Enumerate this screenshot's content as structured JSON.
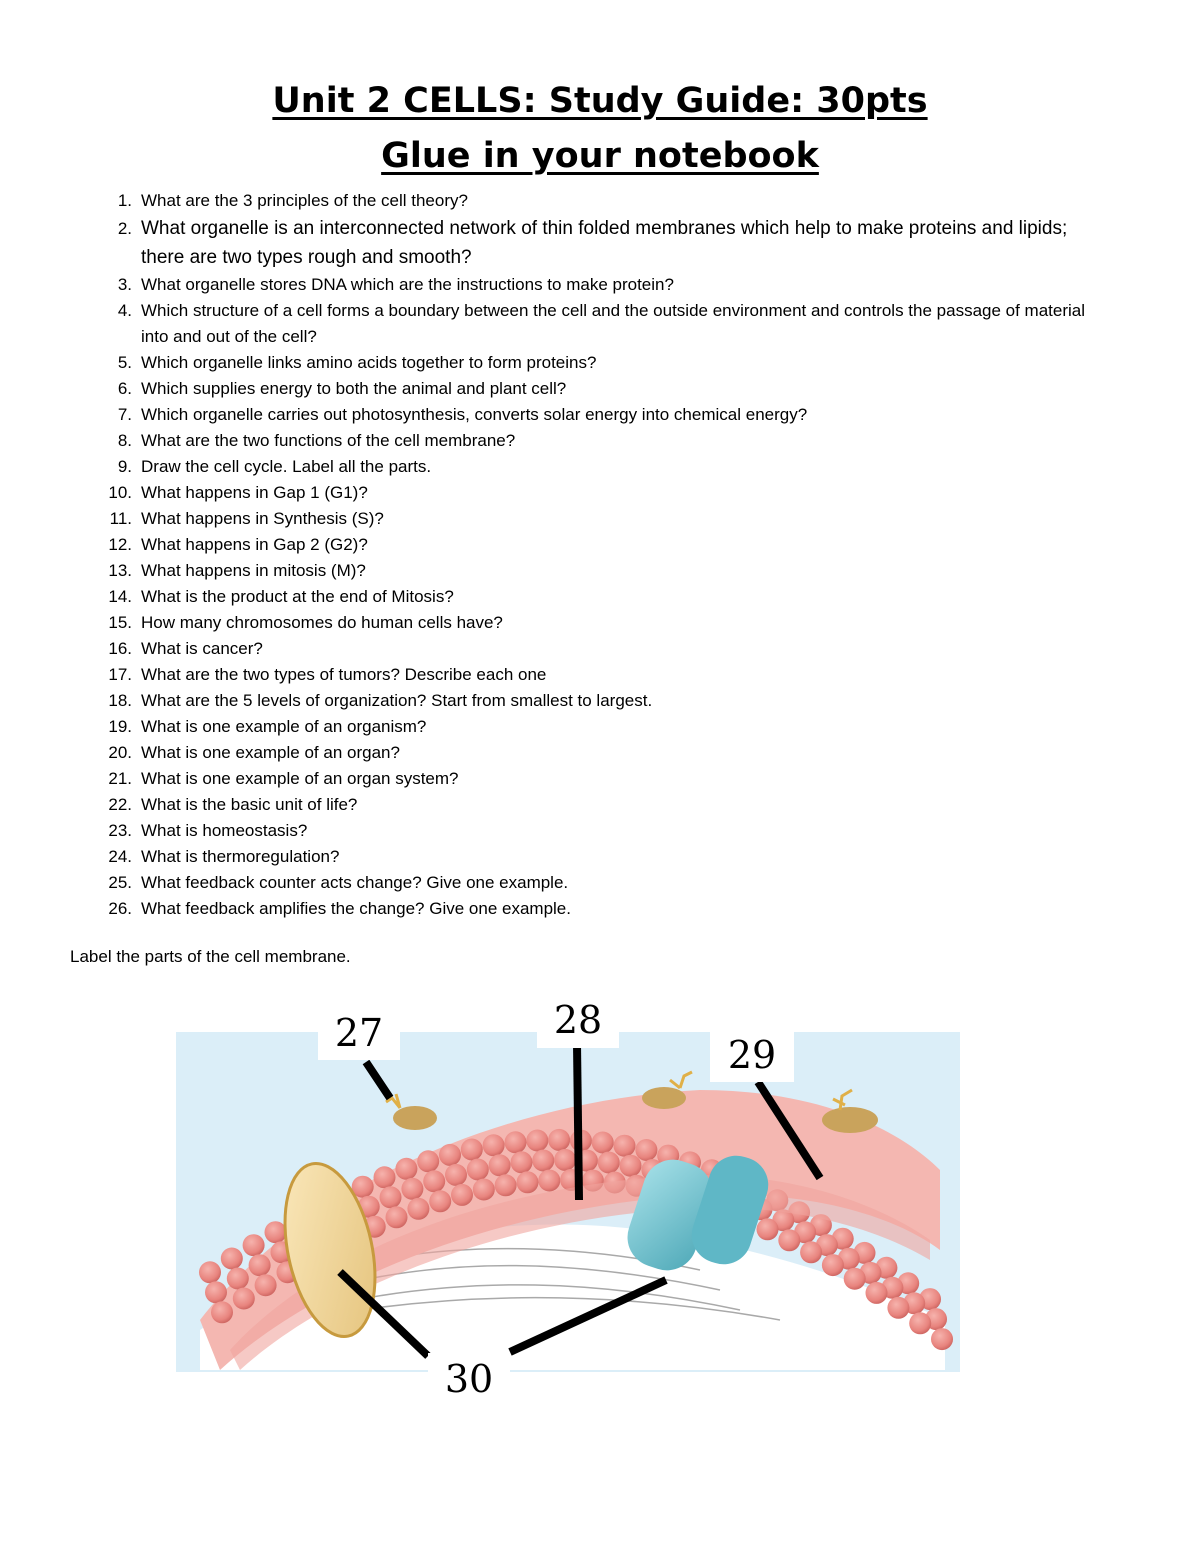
{
  "header": {
    "title": "Unit 2 CELLS: Study Guide: 30pts",
    "subtitle": "Glue in your notebook"
  },
  "questions": [
    {
      "num": "1.",
      "text": "What are the 3 principles of the cell theory?"
    },
    {
      "num": "2.",
      "text": "What organelle is an interconnected network of thin folded membranes which help to make proteins and lipids; there are two types rough and smooth?"
    },
    {
      "num": "3.",
      "text": "What organelle stores DNA which are the instructions to make protein?"
    },
    {
      "num": "4.",
      "text": "Which structure of a cell forms a boundary between the cell and the outside environment and controls the passage of material into and out of the cell?"
    },
    {
      "num": "5.",
      "text": "Which organelle links amino acids together to form proteins?"
    },
    {
      "num": "6.",
      "text": "Which supplies energy to both the animal and plant cell?"
    },
    {
      "num": "7.",
      "text": "Which organelle carries out photosynthesis, converts solar energy into chemical energy?"
    },
    {
      "num": "8.",
      "text": "What are the two functions of the cell membrane?"
    },
    {
      "num": "9.",
      "text": "Draw the cell cycle. Label all the parts."
    },
    {
      "num": "10.",
      "text": "What happens in Gap 1 (G1)?"
    },
    {
      "num": "11.",
      "text": "What happens in Synthesis (S)?"
    },
    {
      "num": "12.",
      "text": "What happens in Gap 2 (G2)?"
    },
    {
      "num": "13.",
      "text": "What happens in mitosis (M)?"
    },
    {
      "num": "14.",
      "text": "What is the product at the end of Mitosis?"
    },
    {
      "num": "15.",
      "text": "How many chromosomes do human cells have?"
    },
    {
      "num": "16.",
      "text": "What is cancer?"
    },
    {
      "num": "17.",
      "text": "What are the two types of tumors? Describe each one"
    },
    {
      "num": "18.",
      "text": "What are the 5 levels of organization? Start from smallest to largest."
    },
    {
      "num": "19.",
      "text": "What is one example of an organism?"
    },
    {
      "num": "20.",
      "text": "What is one example of an organ?"
    },
    {
      "num": "21.",
      "text": "What is one example of an organ system?"
    },
    {
      "num": "22.",
      "text": "What is the basic unit of life?"
    },
    {
      "num": "23.",
      "text": "What is homeostasis?"
    },
    {
      "num": "24.",
      "text": "What is thermoregulation?"
    },
    {
      "num": "25.",
      "text": "What feedback counter acts change? Give one example."
    },
    {
      "num": "26.",
      "text": "What feedback amplifies the change? Give one example."
    }
  ],
  "label_instruction": "Label the parts of the cell membrane.",
  "diagram": {
    "labels": {
      "l27": "27",
      "l28": "28",
      "l29": "29",
      "l30": "30"
    },
    "colors": {
      "background": "#dbeef8",
      "phospholipid_head": "#e8847e",
      "protein_yellow": "#f6dc9c",
      "protein_blue": "#7cc8d4",
      "glycoprotein": "#c9a35c"
    }
  }
}
